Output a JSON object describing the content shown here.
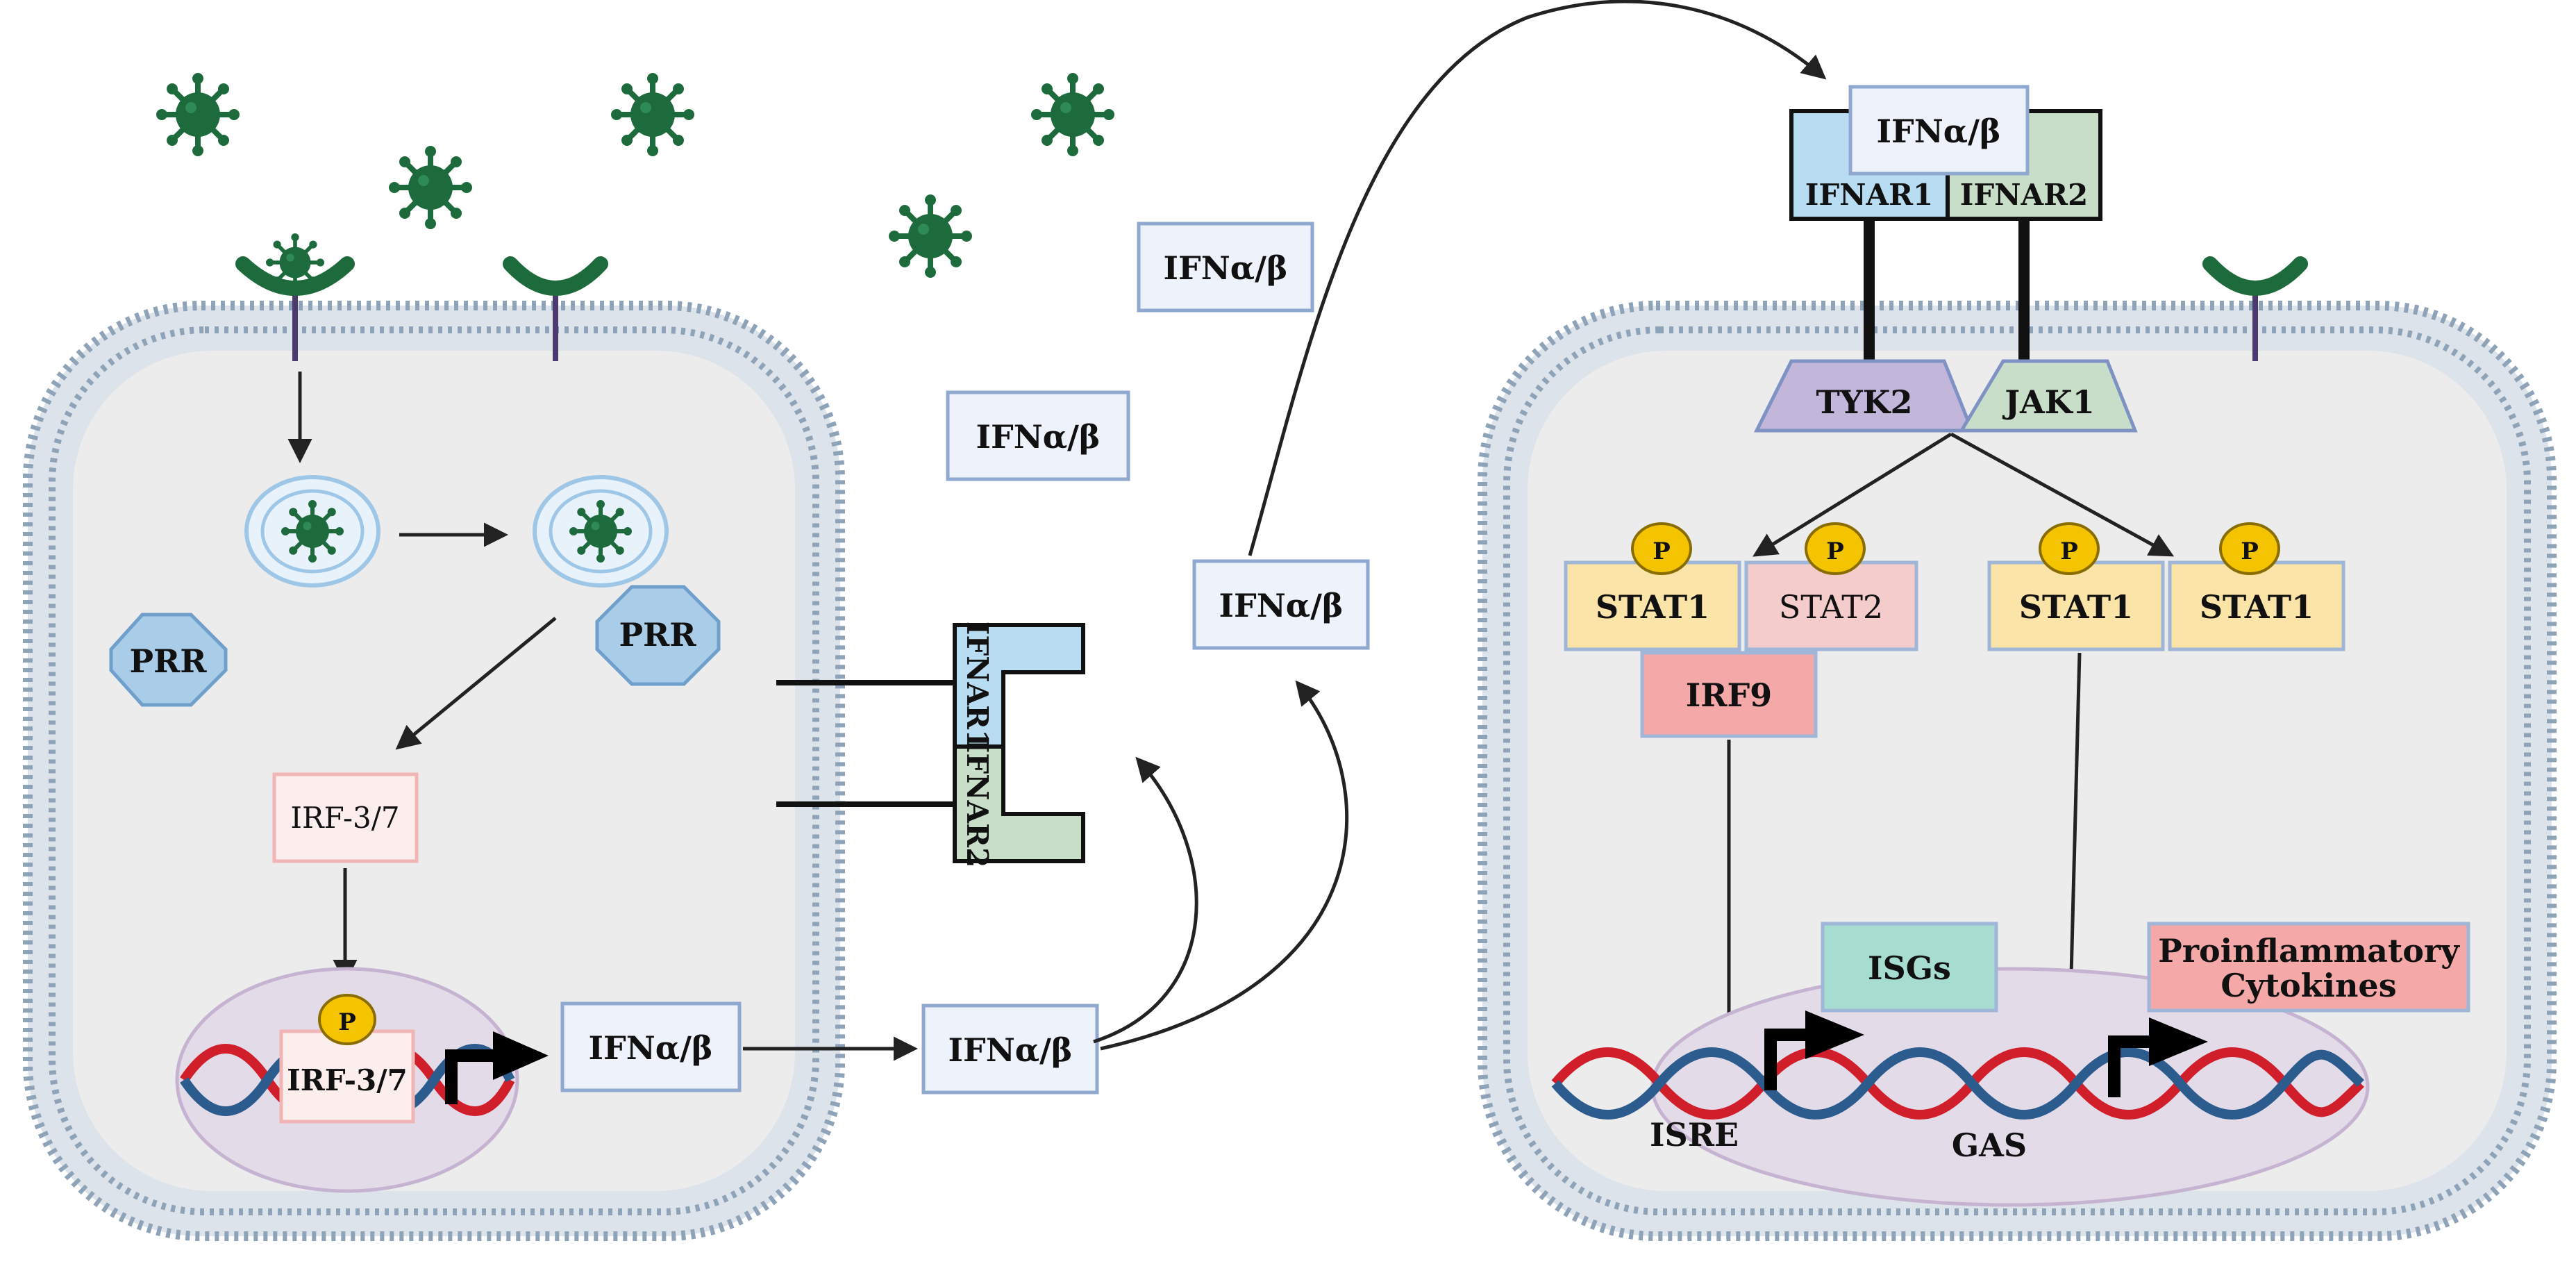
{
  "receptors": {
    "ifnar1": "IFNAR1",
    "ifnar2": "IFNAR2"
  },
  "ifn": {
    "label": "IFNα/β"
  },
  "left_cell": {
    "prr_1": "PRR",
    "prr_2": "PRR",
    "irf_cyto": "IRF-3/7",
    "irf_nucleus": "IRF-3/7",
    "phospho": "P"
  },
  "right_cell": {
    "tyk2": "TYK2",
    "jak1": "JAK1",
    "stat1": "STAT1",
    "stat2": "STAT2",
    "irf9": "IRF9",
    "phospho": "P",
    "isgs": "ISGs",
    "proinflammatory_1": "Proinflammatory",
    "proinflammatory_2": "Cytokines",
    "isre": "ISRE",
    "gas": "GAS"
  },
  "colors": {
    "membrane": "#8fa3b8",
    "cytoplasm": "#ececec",
    "nucleus": "#e4dbe9",
    "virus": "#1d6b3d",
    "ifn_box_fill": "#eef3fb",
    "ifn_box_stroke": "#8fa8d0",
    "ifnar1": "#b8dcf2",
    "ifnar2": "#c8dec8",
    "tyk2": "#c2b6db",
    "jak1": "#c8dec8",
    "stat1": "#fbe4a8",
    "stat2": "#f4cccc",
    "irf9": "#f4a8a8",
    "irf37": "#fdeeee",
    "prr": "#a9cde8",
    "isgs": "#a7dcd0",
    "proinflammatory": "#f4a8a8",
    "phospho": "#f5c400",
    "dna_red": "#d01f2a",
    "dna_blue": "#2c5c8e"
  },
  "icons": [
    "virus-icon",
    "receptor-icon",
    "endosome-icon",
    "dna-icon",
    "transcription-arrow-icon",
    "phospho-icon"
  ]
}
